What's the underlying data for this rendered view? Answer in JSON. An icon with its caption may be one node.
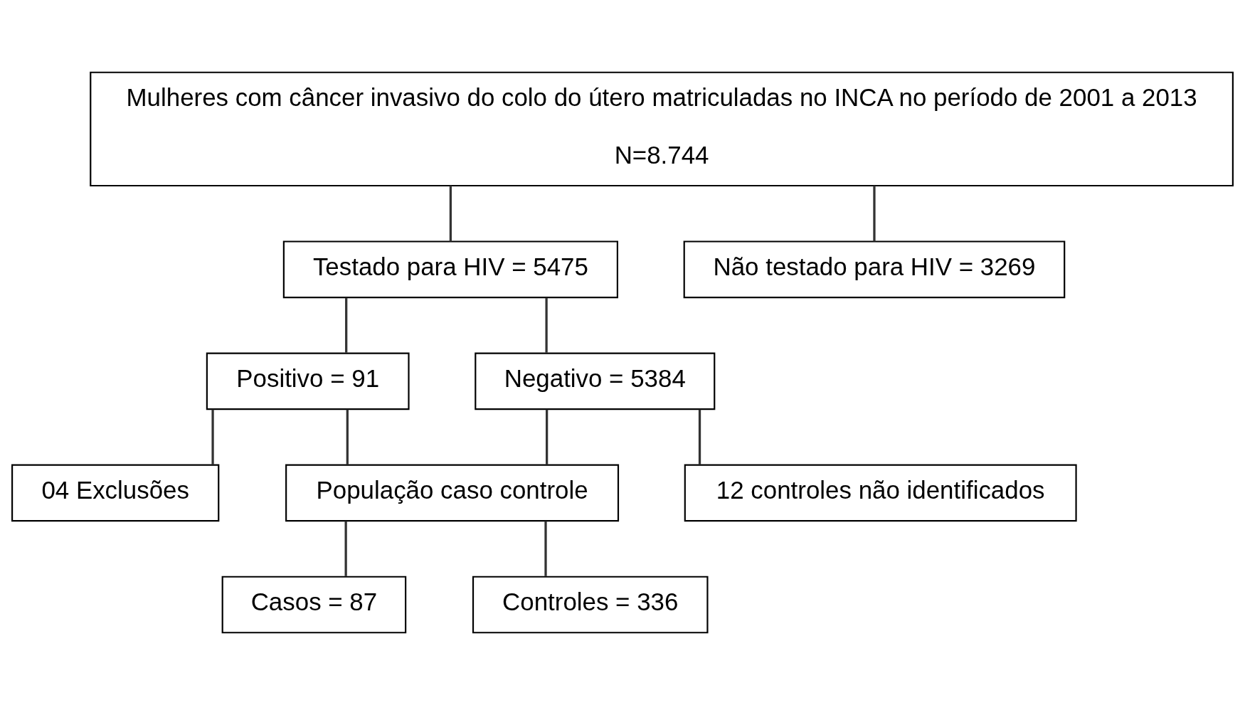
{
  "diagram": {
    "nodes": [
      {
        "text": [
          "Mulheres com câncer invasivo do colo do útero matriculadas no INCA no período de 2001 a 2013",
          "N=8.744"
        ]
      },
      {
        "text": [
          "Testado para HIV = 5475"
        ]
      },
      {
        "text": [
          "Não testado para HIV = 3269"
        ]
      },
      {
        "text": [
          "Positivo = 91"
        ]
      },
      {
        "text": [
          "Negativo = 5384"
        ]
      },
      {
        "text": [
          "04 Exclusões"
        ]
      },
      {
        "text": [
          "População caso controle"
        ]
      },
      {
        "text": [
          "12 controles não identificados"
        ]
      },
      {
        "text": [
          "Casos = 87"
        ]
      },
      {
        "text": [
          "Controles = 336"
        ]
      }
    ],
    "edges": [
      {
        "from": 0,
        "to": 1,
        "arrow": "none"
      },
      {
        "from": 0,
        "to": 2,
        "arrow": "none"
      },
      {
        "from": 1,
        "to": 3,
        "arrow": "none"
      },
      {
        "from": 1,
        "to": 4,
        "arrow": "none"
      },
      {
        "from": 3,
        "to": 5,
        "arrow": "none"
      },
      {
        "from": 3,
        "to": 6,
        "arrow": "none"
      },
      {
        "from": 4,
        "to": 7,
        "arrow": "none"
      },
      {
        "from": 4,
        "to": 6,
        "arrow": "none"
      },
      {
        "from": 6,
        "to": 8,
        "arrow": "none"
      },
      {
        "from": 6,
        "to": 9,
        "arrow": "none"
      }
    ]
  }
}
